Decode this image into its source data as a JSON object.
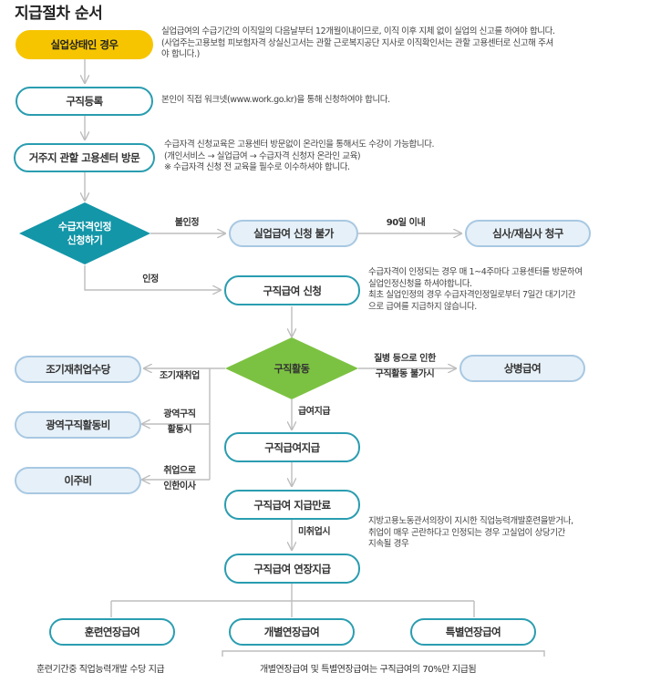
{
  "title": "지급절차 순서",
  "steps": {
    "unemployed": "실업상태인 경우",
    "job_register": "구직등록",
    "visit_center": "거주지 관할 고용센터 방문",
    "eligibility_line1": "수급자격인정",
    "eligibility_line2": "신청하기",
    "not_eligible": "실업급여 신청 불가",
    "review": "심사/재심사 청구",
    "job_benefit_apply": "구직급여 신청",
    "job_search": "구직활동",
    "early_reemployment": "조기재취업수당",
    "wide_area": "광역구직활동비",
    "relocation": "이주비",
    "sickness": "상병급여",
    "job_benefit_pay": "구직급여지급",
    "job_benefit_end": "구직급여 지급만료",
    "job_benefit_extend": "구직급여 연장지급",
    "training_ext": "훈련연장급여",
    "individual_ext": "개별연장급여",
    "special_ext": "특별연장급여"
  },
  "descriptions": {
    "unemployed": [
      "실업급여의 수급기간의 이직일의 다음날부터 12개월이내이므로, 이직 이후 지체 없이 실업의 신고를 하여야 합니다.",
      "(사업주는고용보험 피보험자격 상실신고서는 관할 근로복지공단 지사로 이직확인서는 관할 고용센터로 신고해 주셔",
      "야 합니다.)"
    ],
    "job_register": [
      "본인이 직접 워크넷(www.work.go.kr)을 통해 신청하여야 합니다."
    ],
    "visit_center": [
      "수급자격 신청교육은 고용센터 방문없이 온라인을 통해서도 수강이 가능합니다.",
      "(개인서비스 → 실업급여 → 수급자격 신청자 온라인 교육)",
      "※ 수급자격 신청 전 교육을 필수로 이수하셔야 합니다."
    ],
    "job_benefit_apply": [
      "수급자격이 인정되는 경우 매 1~4주마다 고용센터를 방문하여",
      "실업인정신청을 하셔야합니다.",
      "최초 실업인정의 경우 수급자격인정일로부터 7일간 대기기간",
      "으로 급여를 지급하지 않습니다."
    ],
    "job_benefit_end": [
      "지방고용노동관서의장이 지시한 직업능력개발훈련을받거나,",
      "취업이 매우 곤란하다고 인정되는 경우 고실업이 상당기간",
      "지속될 경우"
    ]
  },
  "labels": {
    "not_recognized": "불인정",
    "within_90": "90일 이내",
    "recognized": "인정",
    "early_reemployment": "조기재취업",
    "wide_area_1": "광역구직",
    "wide_area_2": "활동시",
    "relocation_1": "취업으로",
    "relocation_2": "인한이사",
    "sickness_1": "질병 등으로 인한",
    "sickness_2": "구직활동 불가시",
    "benefit_pay": "급여지급",
    "not_employed": "미취업시"
  },
  "footnotes": {
    "training": "훈련기간중 직업능력개발 수당 지급",
    "individual_special": "개별연장급여 및 특별연장급여는 구직급여의 70%만 지급됨"
  },
  "colors": {
    "teal": "#2a9db0",
    "yellow": "#f6c500",
    "diamond_teal": "#1396a8",
    "diamond_green": "#7cc242",
    "light_fill": "#e6f0f8",
    "light_border": "#a8c8e2",
    "line": "#bdbdbd"
  }
}
